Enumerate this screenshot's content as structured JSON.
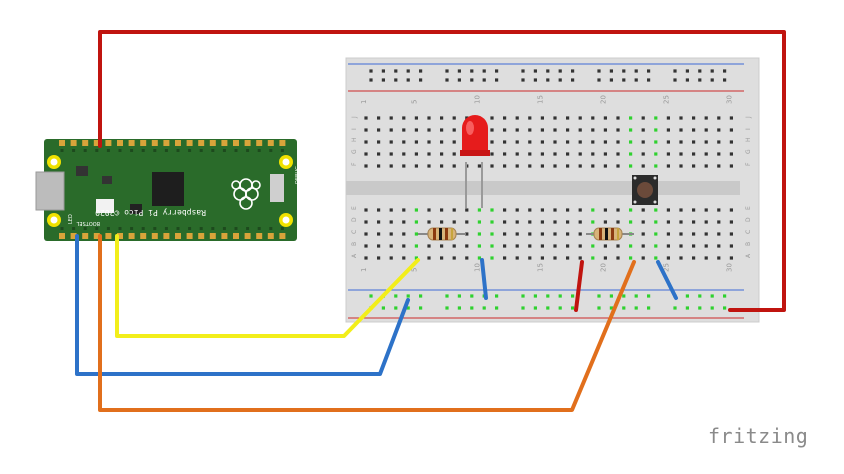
{
  "pico": {
    "name_text": "Raspberry Pi Pico ©2020",
    "bootsel_text": "BOOTSEL",
    "debug_text": "DEBUG",
    "led_text": "LED"
  },
  "breadboard": {
    "column_numbers": [
      "1",
      "5",
      "10",
      "15",
      "20",
      "25",
      "30"
    ],
    "row_letters_top": [
      "J",
      "I",
      "H",
      "G",
      "F"
    ],
    "row_letters_bottom": [
      "E",
      "D",
      "C",
      "B",
      "A"
    ]
  },
  "wires": {
    "colors": {
      "red": "#c0140f",
      "yellow": "#f2ee1a",
      "blue": "#2d72c8",
      "orange": "#e16f1c",
      "dark": "#333333"
    }
  },
  "watermark": "fritzing"
}
